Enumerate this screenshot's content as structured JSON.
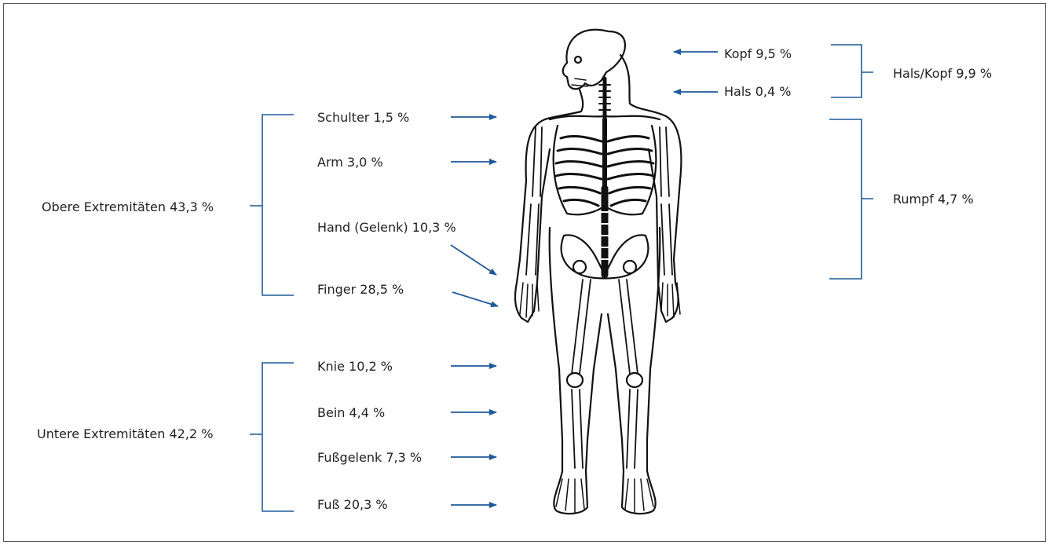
{
  "labels": {
    "kopf": "Kopf 9,5 %",
    "hals": "Hals 0,4 %",
    "hals_kopf": "Hals/Kopf 9,9 %",
    "rumpf": "Rumpf 4,7 %",
    "schulter": "Schulter 1,5 %",
    "arm": "Arm 3,0 %",
    "hand": "Hand (Gelenk) 10,3 %",
    "finger": "Finger 28,5 %",
    "obere": "Obere Extremitäten 43,3 %",
    "knie": "Knie 10,2 %",
    "bein": "Bein 4,4 %",
    "fussgelenk": "Fußgelenk 7,3 %",
    "fuss": "Fuß 20,3 %",
    "untere": "Untere Extremitäten 42,2 %"
  },
  "colors": {
    "accent": "#1f5a9a",
    "skeleton": "#111111"
  },
  "icons": {
    "figure": "skeleton-figure"
  }
}
